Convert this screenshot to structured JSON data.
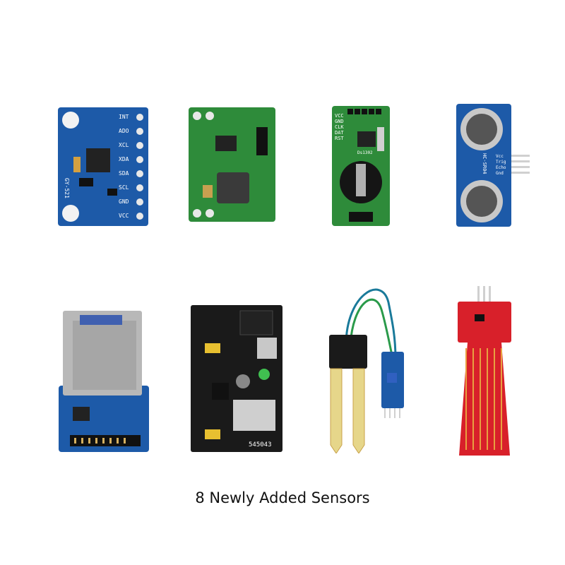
{
  "caption": "8 Newly Added Sensors",
  "products": [
    {
      "id": "gyro",
      "pins": [
        "INT",
        "ADO",
        "XCL",
        "XDA",
        "SDA",
        "SCL",
        "GND",
        "VCC"
      ],
      "model": "GY-521"
    },
    {
      "id": "buck"
    },
    {
      "id": "rtc",
      "pins": [
        "VCC",
        "GND",
        "CLK",
        "DAT",
        "RST"
      ],
      "label": "Ds1302"
    },
    {
      "id": "ultrasonic",
      "model": "HC-SR04",
      "pins": [
        "Vcc",
        "Trig",
        "Echo",
        "Gnd"
      ]
    },
    {
      "id": "sdcard"
    },
    {
      "id": "breadboard-power",
      "code": "545043"
    },
    {
      "id": "soil"
    },
    {
      "id": "water"
    }
  ],
  "colors": {
    "blue_pcb": "#1d5aa8",
    "green_pcb": "#2e8b3a",
    "black_pcb": "#1a1a1a",
    "red_pcb": "#d8202a",
    "gold": "#c9a24a"
  }
}
